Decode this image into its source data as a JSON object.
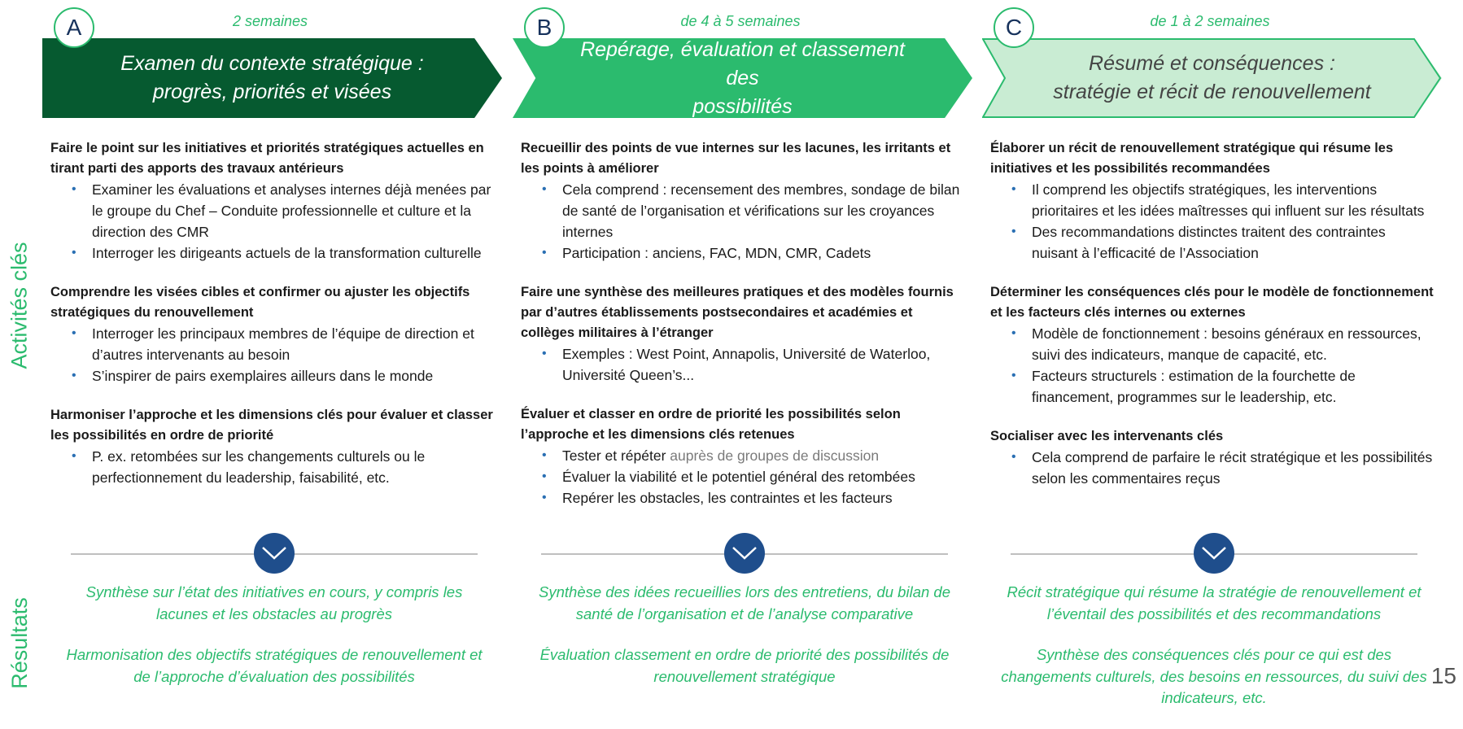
{
  "side_labels": {
    "activities": "Activités clés",
    "results": "Résultats"
  },
  "page_number": "15",
  "colors": {
    "dark_green": "#065a30",
    "green": "#2bbb6e",
    "light_green": "#c9ecd3",
    "navy": "#1f4e8c"
  },
  "columns": [
    {
      "letter": "A",
      "duration": "2 semaines",
      "banner_lines": [
        "Examen du contexte stratégique :",
        "progrès, priorités et visées"
      ],
      "sections": [
        {
          "title": "Faire le point sur les initiatives et priorités stratégiques actuelles en tirant parti des apports des travaux antérieurs",
          "bullets": [
            "Examiner les évaluations et analyses internes déjà menées par le groupe du Chef – Conduite professionnelle et culture et la direction des CMR",
            "Interroger les dirigeants actuels de la transformation culturelle"
          ]
        },
        {
          "title": "Comprendre les visées cibles et confirmer ou ajuster les objectifs stratégiques du renouvellement",
          "bullets": [
            "Interroger les principaux membres de l’équipe de direction et d’autres intervenants au besoin",
            "S’inspirer de pairs exemplaires ailleurs dans le monde"
          ]
        },
        {
          "title": "Harmoniser l’approche et les dimensions clés pour évaluer et classer les possibilités en ordre de priorité",
          "bullets": [
            "P. ex. retombées sur les changements culturels ou le perfectionnement du leadership, faisabilité, etc."
          ]
        }
      ],
      "results": [
        "Synthèse sur l’état des initiatives en cours, y compris les lacunes et les obstacles au progrès",
        "Harmonisation des objectifs stratégiques de renouvellement et de l’approche d’évaluation des possibilités"
      ]
    },
    {
      "letter": "B",
      "duration": "de 4 à 5 semaines",
      "banner_lines": [
        "Repérage, évaluation et classement des",
        "possibilités"
      ],
      "sections": [
        {
          "title": "Recueillir des points de vue internes sur les lacunes, les irritants et les points à améliorer",
          "bullets": [
            "Cela comprend : recensement des membres, sondage de bilan de santé de l’organisation et vérifications sur les croyances internes",
            "Participation : anciens, FAC, MDN, CMR, Cadets"
          ]
        },
        {
          "title": "Faire une synthèse des meilleures pratiques et des modèles fournis par d’autres établissements postsecondaires et académies et collèges militaires à l’étranger",
          "bullets": [
            "Exemples : West Point, Annapolis, Université de Waterloo, Université Queen’s..."
          ]
        },
        {
          "title": "Évaluer et classer en ordre de priorité les possibilités selon l’approche et les dimensions clés retenues",
          "bullets": [
            "Tester et répéter",
            "Évaluer la viabilité et le potentiel général des retombées",
            "Repérer les obstacles, les contraintes et les facteurs"
          ],
          "bullet0_muted_suffix": " auprès de groupes de discussion"
        }
      ],
      "results": [
        "Synthèse des idées recueillies lors des entretiens, du bilan de santé de l’organisation et de l’analyse comparative",
        "Évaluation classement en ordre de priorité des possibilités de renouvellement stratégique"
      ]
    },
    {
      "letter": "C",
      "duration": "de 1 à 2 semaines",
      "banner_lines": [
        "Résumé et conséquences :",
        "stratégie et récit de renouvellement"
      ],
      "sections": [
        {
          "title": "Élaborer un récit de renouvellement stratégique qui résume les initiatives et les possibilités recommandées",
          "bullets": [
            "Il comprend les objectifs stratégiques, les interventions prioritaires et les idées maîtresses qui influent sur les résultats",
            "Des recommandations distinctes traitent des contraintes nuisant à l’efficacité de l’Association"
          ]
        },
        {
          "title": "Déterminer les conséquences clés pour le modèle de fonctionnement et les facteurs clés internes ou externes",
          "bullets": [
            "Modèle de fonctionnement : besoins généraux en ressources, suivi des indicateurs, manque de capacité, etc.",
            "Facteurs structurels : estimation de la fourchette de financement, programmes sur le leadership, etc."
          ]
        },
        {
          "title": "Socialiser avec les intervenants clés",
          "bullets": [
            "Cela comprend de parfaire le récit stratégique et les possibilités selon les commentaires reçus"
          ]
        }
      ],
      "results": [
        "Récit stratégique qui résume la stratégie de renouvellement et l’éventail des possibilités et des recommandations",
        "Synthèse des conséquences clés pour ce qui est des changements culturels, des besoins en ressources, du suivi des indicateurs, etc."
      ]
    }
  ]
}
